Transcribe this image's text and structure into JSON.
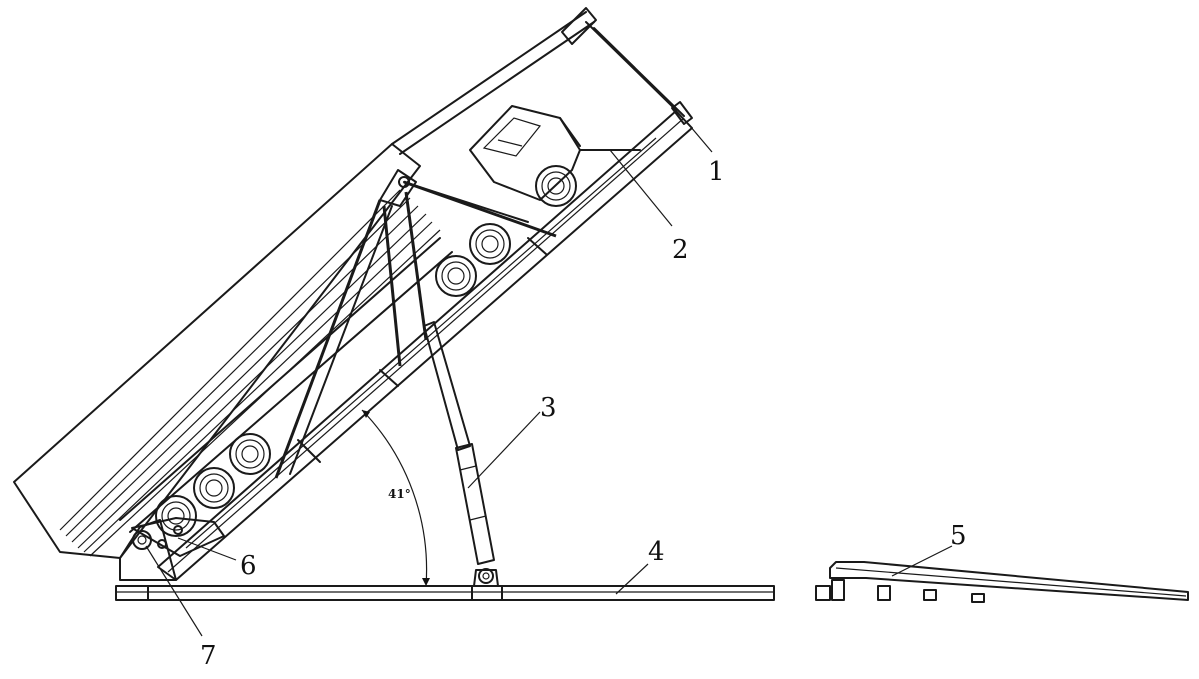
{
  "callouts": [
    {
      "id": "1",
      "text": "1"
    },
    {
      "id": "2",
      "text": "2"
    },
    {
      "id": "3",
      "text": "3"
    },
    {
      "id": "4",
      "text": "4"
    },
    {
      "id": "5",
      "text": "5"
    },
    {
      "id": "6",
      "text": "6"
    },
    {
      "id": "7",
      "text": "7"
    }
  ],
  "angle_label": "41°"
}
